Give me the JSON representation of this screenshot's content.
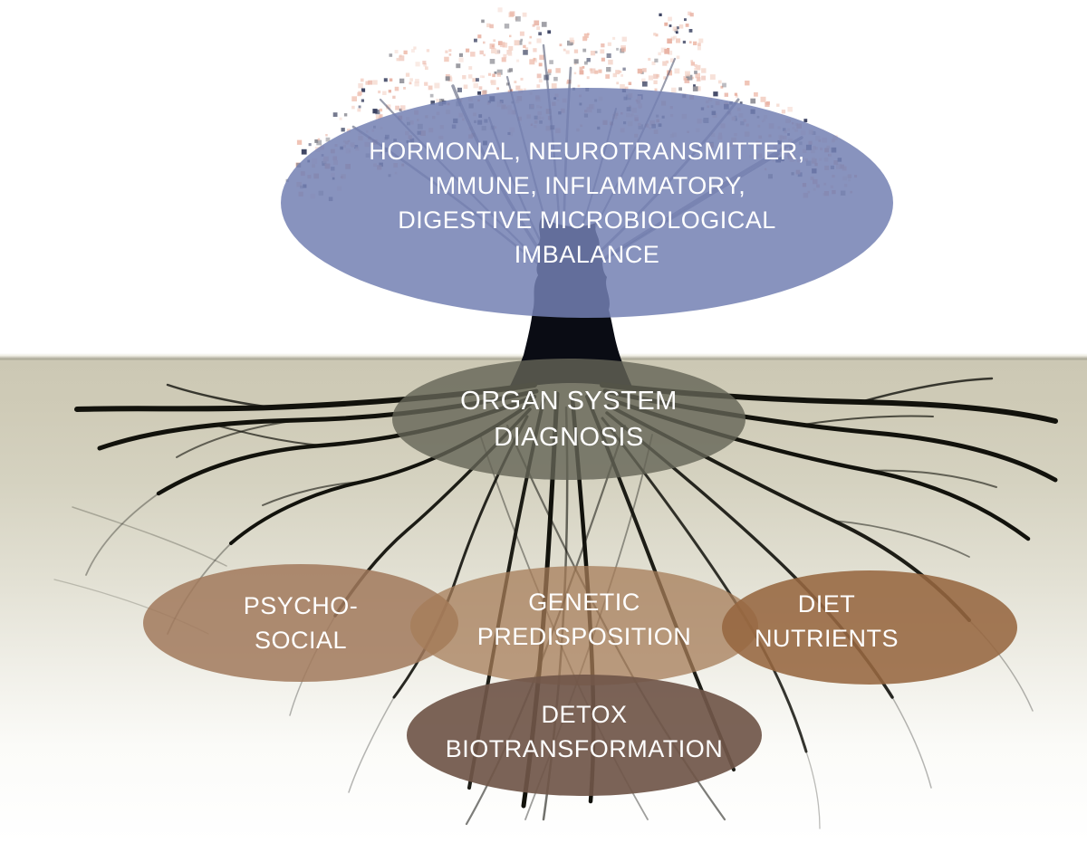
{
  "nodes": {
    "imbalance": {
      "lines": [
        "HORMONAL, NEUROTRANSMITTER,",
        "IMMUNE, INFLAMMATORY,",
        "DIGESTIVE MICROBIOLOGICAL",
        "IMBALANCE"
      ],
      "color": "rgba(115,128,179,0.85)",
      "approx_hex": "#8893be"
    },
    "organ": {
      "lines": [
        "ORGAN SYSTEM",
        "DIAGNOSIS"
      ],
      "color": "rgba(100,100,86,0.80)",
      "approx_hex": "#7f7f6f"
    },
    "psycho": {
      "lines": [
        "PSYCHO-",
        "SOCIAL"
      ],
      "color": "rgba(161,121,92,0.85)",
      "approx_hex": "#ac8a70"
    },
    "genetic": {
      "lines": [
        "GENETIC",
        "PREDISPOSITION"
      ],
      "color": "rgba(165,124,88,0.75)",
      "approx_hex": "#ae8a68"
    },
    "diet": {
      "lines": [
        "DIET",
        "NUTRIENTS"
      ],
      "color": "rgba(150,103,64,0.88)",
      "approx_hex": "#a3805f"
    },
    "detox": {
      "lines": [
        "DETOX",
        "BIOTRANSFORMATION"
      ],
      "color": "rgba(112,86,73,0.92)",
      "approx_hex": "#7b6357"
    }
  },
  "palette": {
    "sky": "#ffffff",
    "ground_top": "#ccc8b4",
    "ground_bottom": "#ffffff",
    "horizon_line": "#aaa795",
    "trunk": "#0a0c14",
    "root": "#12120c",
    "branch": "#343b5c",
    "blossom_pink": "#efc0b1",
    "blossom_pink_light": "#f4d6cb",
    "blossom_pink_deep": "#e8b2a3",
    "blossom_dark": "#3a4160",
    "text": "#ffffff"
  }
}
